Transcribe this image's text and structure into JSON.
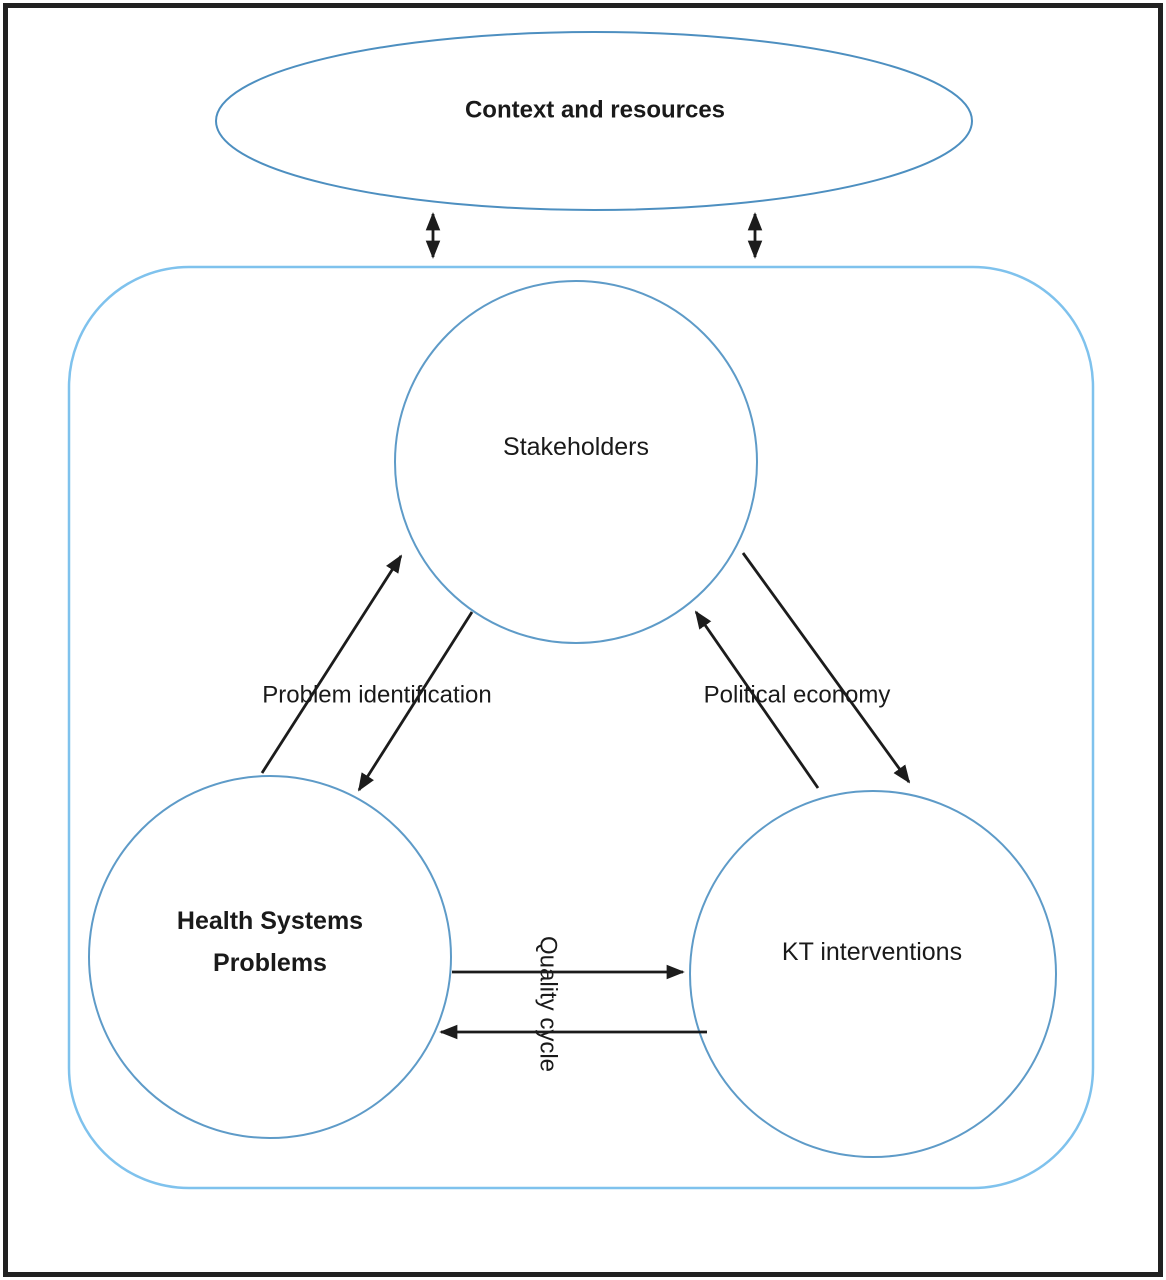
{
  "diagram": {
    "context_node": {
      "label": "Context and resources"
    },
    "nodes": {
      "stakeholders": {
        "label": "Stakeholders"
      },
      "health_systems_problems": {
        "label_lines": [
          "Health Systems",
          "Problems"
        ]
      },
      "kt_interventions": {
        "label": "KT interventions"
      }
    },
    "edges": {
      "problem_identification": {
        "label": "Problem identification"
      },
      "political_economy": {
        "label": "Political economy"
      },
      "quality_cycle": {
        "label": "Quality cycle"
      }
    },
    "colors": {
      "frame": "#212121",
      "ellipse_stroke": "#4d8fc0",
      "node_stroke": "#5e9bc8",
      "container_stroke": "#7fc2ed",
      "arrow": "#1c1c1c",
      "text": "#1a1a1a",
      "background": "#ffffff"
    }
  }
}
